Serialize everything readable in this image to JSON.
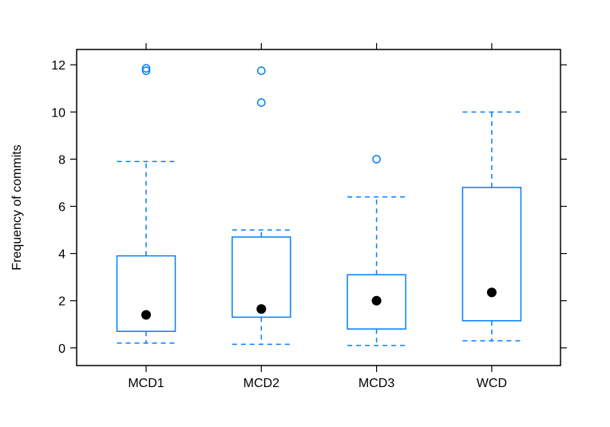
{
  "chart_data": {
    "type": "box",
    "title": "",
    "xlabel": "",
    "ylabel": "Frequency of commits",
    "ylim": [
      -0.75,
      12.65
    ],
    "yticks": [
      0,
      2,
      4,
      6,
      8,
      10,
      12
    ],
    "ytick_labels": [
      "0",
      "2",
      "4",
      "6",
      "8",
      "10",
      "12"
    ],
    "categories": [
      "MCD1",
      "MCD2",
      "MCD3",
      "WCD"
    ],
    "boxes": [
      {
        "category": "MCD1",
        "whisker_low": 0.2,
        "q1": 0.7,
        "median": 1.4,
        "q3": 3.9,
        "whisker_high": 7.9,
        "outliers": [
          11.75,
          11.85
        ]
      },
      {
        "category": "MCD2",
        "whisker_low": 0.15,
        "q1": 1.3,
        "median": 1.65,
        "q3": 4.7,
        "whisker_high": 5.0,
        "outliers": [
          10.4,
          11.75
        ]
      },
      {
        "category": "MCD3",
        "whisker_low": 0.1,
        "q1": 0.8,
        "median": 2.0,
        "q3": 3.1,
        "whisker_high": 6.4,
        "outliers": [
          8.0
        ]
      },
      {
        "category": "WCD",
        "whisker_low": 0.3,
        "q1": 1.15,
        "median": 2.35,
        "q3": 6.8,
        "whisker_high": 10.0,
        "outliers": []
      }
    ],
    "grid": false,
    "colors": {
      "box": "#0080ff",
      "median": "#000000",
      "axis": "#000000"
    }
  }
}
